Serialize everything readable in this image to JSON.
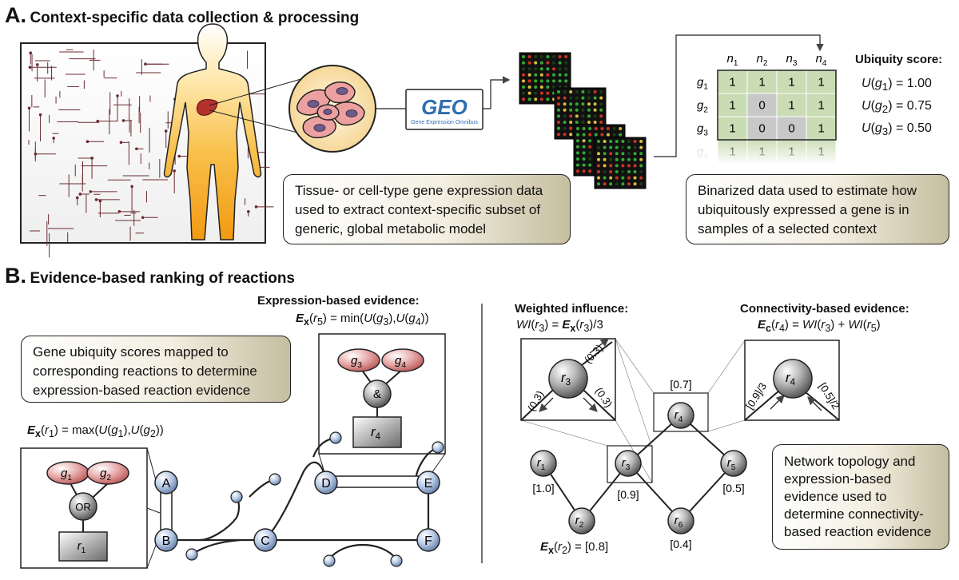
{
  "panel_a": {
    "letter": "A.",
    "title": "Context-specific data collection & processing",
    "geo_logo_text": "GEO",
    "geo_logo_subtext": "Gene Expression Omnibus",
    "callout_left": [
      "Tissue- or cell-type gene expression data",
      "used to extract context-specific subset of",
      "generic, global metabolic model"
    ],
    "callout_right": [
      "Binarized data used to estimate how",
      "ubiquitously expressed a gene is in",
      "samples of a selected context"
    ],
    "matrix": {
      "columns": [
        "n1",
        "n2",
        "n3",
        "n4"
      ],
      "rows": [
        {
          "gene": "g1",
          "values": [
            1,
            1,
            1,
            1
          ]
        },
        {
          "gene": "g2",
          "values": [
            1,
            0,
            1,
            1
          ]
        },
        {
          "gene": "g3",
          "values": [
            1,
            0,
            0,
            1
          ]
        },
        {
          "gene": "g4",
          "values": [
            1,
            1,
            1,
            1
          ]
        }
      ]
    },
    "ubiquity_title": "Ubiquity score:",
    "ubiquity_scores": [
      {
        "gene": "g1",
        "value": "1.00"
      },
      {
        "gene": "g2",
        "value": "0.75"
      },
      {
        "gene": "g3",
        "value": "0.50"
      }
    ]
  },
  "panel_b": {
    "letter": "B.",
    "title": "Evidence-based ranking of reactions",
    "callout_left": [
      "Gene ubiquity scores mapped to",
      "corresponding reactions to determine",
      "expression-based reaction evidence"
    ],
    "callout_right": [
      "Network topology and",
      "expression-based",
      "evidence used to",
      "determine connectivity-",
      "based reaction evidence"
    ],
    "expression_title": "Expression-based evidence:",
    "expression_formula": "E_x(r5) = min(U(g3),U(g4))",
    "ex_r1_formula": "E_x(r1) = max(U(g1),U(g2))",
    "weighted_title": "Weighted influence:",
    "weighted_formula": "WI(r3) = E_x(r3)/3",
    "connectivity_title": "Connectivity-based evidence:",
    "connectivity_formula": "E_c(r4) = WI(r3) + WI(r5)",
    "ex_r2_formula": "E_x(r2) = [0.8]",
    "gene_nodes": [
      "g1",
      "g2",
      "g3",
      "g4"
    ],
    "gates": [
      "OR",
      "&"
    ],
    "reaction_boxes": [
      "r1",
      "r4"
    ],
    "pathway_nodes": [
      "A",
      "B",
      "C",
      "D",
      "E",
      "F"
    ],
    "network_nodes": [
      {
        "id": "r1",
        "value": "[1.0]"
      },
      {
        "id": "r2",
        "value": ""
      },
      {
        "id": "r3",
        "value": "[0.9]"
      },
      {
        "id": "r4",
        "value": "[0.7]"
      },
      {
        "id": "r5",
        "value": "[0.5]"
      },
      {
        "id": "r6",
        "value": "[0.4]"
      }
    ],
    "influence_labels": [
      "(0.3)",
      "(0.3)",
      "(0.3)"
    ],
    "connectivity_labels": [
      "[0.9]/3",
      "[0.5]/2"
    ]
  },
  "colors": {
    "node_blue": "#b9cbe6",
    "gene_red": "#d98080",
    "matrix_green": "#c9dcb4",
    "matrix_gray": "#c8c8c8",
    "body_orange": "#f4a21b"
  }
}
